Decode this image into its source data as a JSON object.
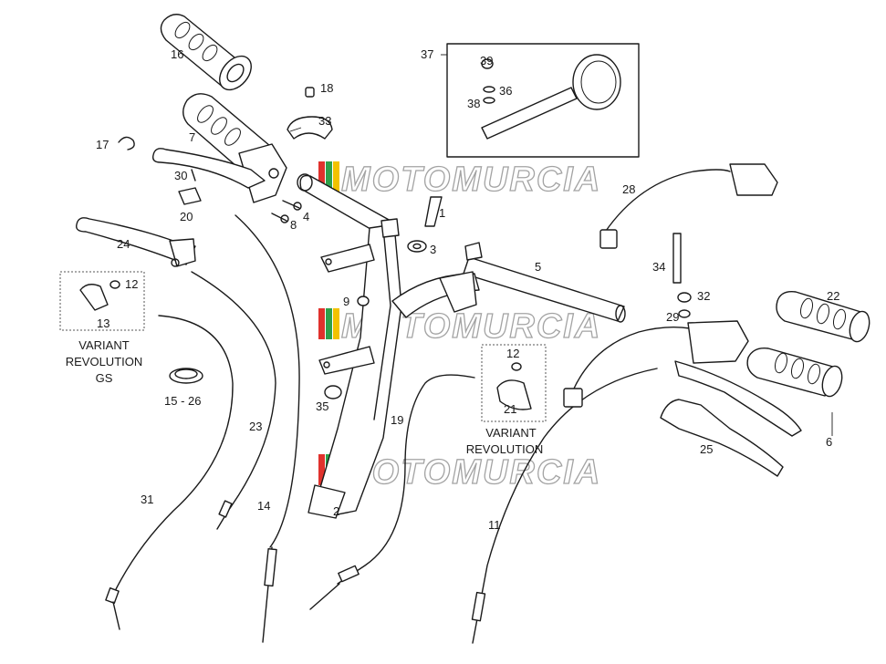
{
  "watermark": {
    "text": "MOTOMURCIA",
    "colors": {
      "red": "#e0322d",
      "green": "#2ea04a",
      "yellow": "#f2c200",
      "outline": "#9a9a9a"
    }
  },
  "callouts": {
    "p1": "1",
    "p2": "2",
    "p3": "3",
    "p4": "4",
    "p5": "5",
    "p6": "6",
    "p7": "7",
    "p8": "8",
    "p9": "9",
    "p11": "11",
    "p12a": "12",
    "p12b": "12",
    "p13": "13",
    "p14": "14",
    "p15_26": "15 - 26",
    "p16": "16",
    "p17": "17",
    "p18": "18",
    "p19": "19",
    "p20": "20",
    "p21": "21",
    "p22": "22",
    "p23": "23",
    "p24": "24",
    "p25": "25",
    "p28": "28",
    "p29": "29",
    "p30": "30",
    "p31": "31",
    "p32": "32",
    "p33": "33",
    "p34": "34",
    "p35": "35",
    "p36": "36",
    "p37": "37",
    "p38": "38",
    "p39": "39"
  },
  "variants": {
    "left": [
      "VARIANT",
      "REVOLUTION",
      "GS"
    ],
    "right": [
      "VARIANT",
      "REVOLUTION"
    ]
  }
}
